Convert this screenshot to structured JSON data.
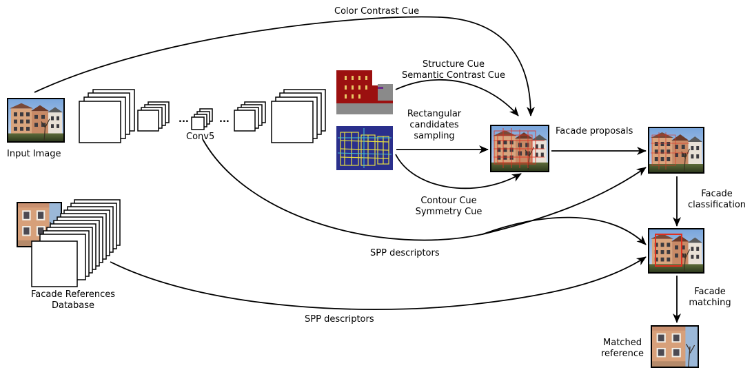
{
  "labels": {
    "color_contrast_cue": "Color Contrast Cue",
    "structure_cue": "Structure Cue",
    "semantic_contrast_cue": "Semantic Contrast Cue",
    "rectangular_candidates_line1": "Rectangular",
    "rectangular_candidates_line2": "candidates",
    "rectangular_candidates_line3": "sampling",
    "facade_proposals": "Facade proposals",
    "input_image": "Input Image",
    "conv5": "Conv5",
    "contour_cue": "Contour Cue",
    "symmetry_cue": "Symmetry Cue",
    "facade_classification_line1": "Facade",
    "facade_classification_line2": "classification",
    "spp_descriptors_top": "SPP descriptors",
    "facade_references_line1": "Facade References",
    "facade_references_line2": "Database",
    "spp_descriptors_bottom": "SPP descriptors",
    "facade_matching_line1": "Facade",
    "facade_matching_line2": "matching",
    "matched_reference_line1": "Matched",
    "matched_reference_line2": "reference",
    "ellipsis_left": "...",
    "ellipsis_right": "..."
  },
  "colors": {
    "line": "#000000",
    "sky": "#8fb3e0",
    "building": "#d7a07a",
    "proposal_box": "#e03020",
    "structure_red": "#9b1010",
    "structure_gray": "#8a8a8a",
    "contour_bg": "#2a2f8c",
    "contour_edge": "#e8e040"
  }
}
